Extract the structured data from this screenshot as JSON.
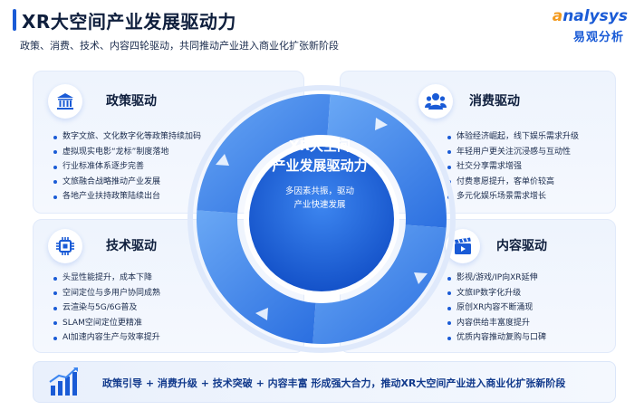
{
  "header": {
    "title": "XR大空间产业发展驱动力",
    "subtitle": "政策、消费、技术、内容四轮驱动，共同推动产业进入商业化扩张新阶段"
  },
  "logo": {
    "en_first": "a",
    "en_rest": "nalysys",
    "cn": "易观分析"
  },
  "center": {
    "title_line1": "XR大空间",
    "title_line2": "产业发展驱动力",
    "sub_line1": "多因素共振，驱动",
    "sub_line2": "产业快速发展"
  },
  "cards": {
    "policy": {
      "icon": "government-building-icon",
      "heading": "政策驱动",
      "items": [
        "数字文旅、文化数字化等政策持续加码",
        "虚拟现实电影“龙标”制度落地",
        "行业标准体系逐步完善",
        "文旅融合战略推动产业发展",
        "各地产业扶持政策陆续出台"
      ]
    },
    "consumption": {
      "icon": "people-group-icon",
      "heading": "消费驱动",
      "items": [
        "体验经济崛起，线下娱乐需求升级",
        "年轻用户更关注沉浸感与互动性",
        "社交分享需求增强",
        "付费意愿提升，客单价较高",
        "多元化娱乐场景需求增长"
      ]
    },
    "technology": {
      "icon": "chip-icon",
      "heading": "技术驱动",
      "items": [
        "头显性能提升，成本下降",
        "空间定位与多用户协同成熟",
        "云渲染与5G/6G普及",
        "SLAM空间定位更精准",
        "AI加速内容生产与效率提升"
      ]
    },
    "content": {
      "icon": "film-clapper-icon",
      "heading": "内容驱动",
      "items": [
        "影视/游戏/IP向XR延伸",
        "文旅IP数字化升级",
        "原创XR内容不断涌现",
        "内容供给丰富度提升",
        "优质内容推动复购与口碑"
      ]
    }
  },
  "banner": {
    "icon": "growth-chart-icon",
    "text": "政策引导 + 消费升级 + 技术突破 + 内容丰富  形成强大合力，推动XR大空间产业进入商业化扩张新阶段"
  },
  "colors": {
    "primary": "#1a5bd6",
    "ring": "#2d74e8",
    "ring_light": "#5b9bf2",
    "accent": "#f39a1e"
  }
}
